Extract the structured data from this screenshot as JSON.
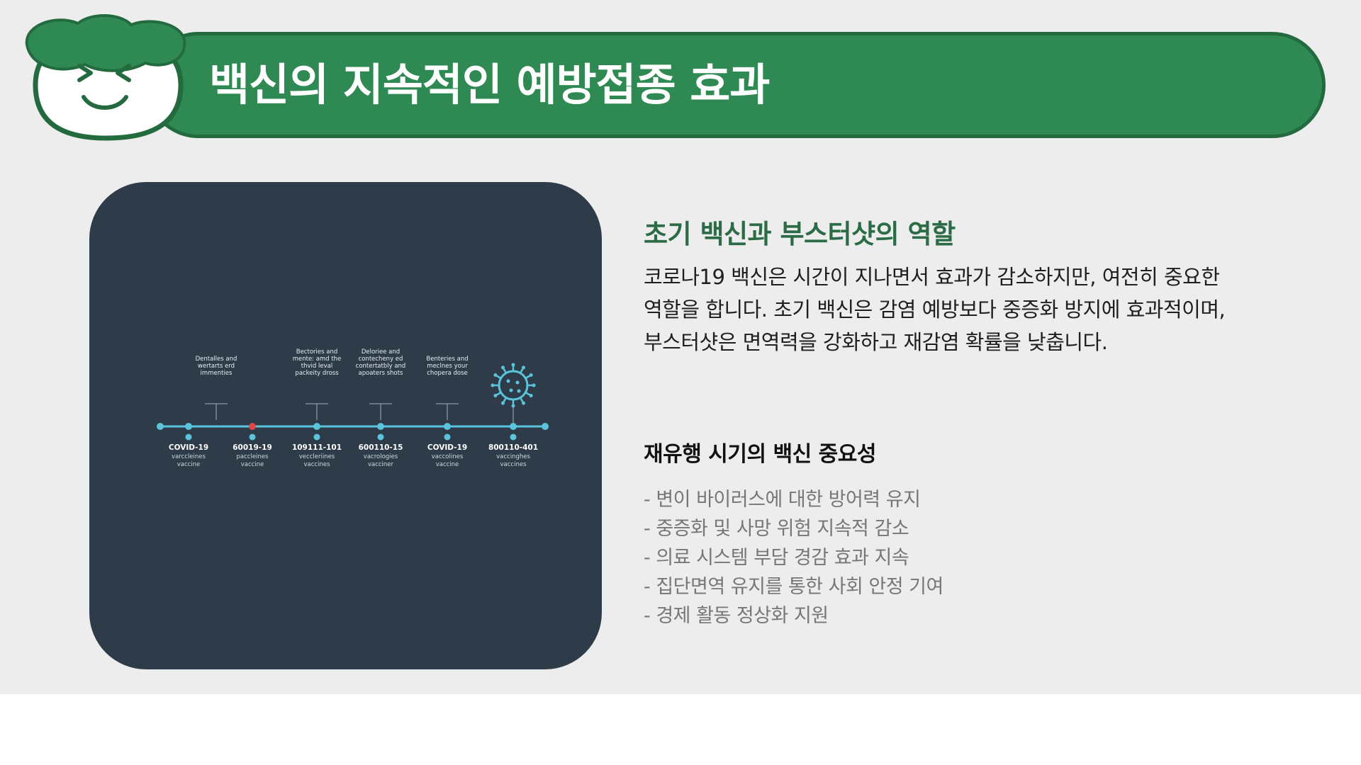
{
  "slide": {
    "title": "백신의 지속적인 예방접종 효과",
    "colors": {
      "accent_green": "#2e8a52",
      "dark_green": "#236b3f",
      "heading_green": "#2b6b45",
      "card_bg": "#2e3c4a",
      "timeline_cyan": "#5bc4dc",
      "highlight_red": "#e04848"
    }
  },
  "mascot": {
    "icon": "smiling-face-mascot-icon"
  },
  "image_card": {
    "description_icon": "vaccine-timeline-infographic",
    "virus_icon": "virus-icon",
    "timeline": {
      "captions_above": [
        [
          "Dentalles and",
          "wertarts erd",
          "immenties"
        ],
        [
          "Bectories and",
          "mente: amd the",
          "thvid leval",
          "packeity dross"
        ],
        [
          "Deloriee and",
          "contecheny ed",
          "contertatbly and",
          "apoaters shots"
        ],
        [
          "Benteries and",
          "meclnes your",
          "chopera dose"
        ]
      ],
      "labels_below": [
        {
          "code": "COVID-19",
          "line2": "varccleines",
          "line3": "vaccine"
        },
        {
          "code": "60019-19",
          "line2": "paccleines",
          "line3": "vaccine"
        },
        {
          "code": "109111-101",
          "line2": "veccleriines",
          "line3": "vaccines"
        },
        {
          "code": "600110-15",
          "line2": "vacrologies",
          "line3": "vacciner"
        },
        {
          "code": "COVID-19",
          "line2": "vaccolines",
          "line3": "vaccine"
        },
        {
          "code": "800110-401",
          "line2": "vaccinghes",
          "line3": "vaccines"
        }
      ]
    }
  },
  "section1": {
    "heading": "초기 백신과 부스터샷의 역할",
    "lines": [
      "코로나19 백신은 시간이 지나면서 효과가 감소하지만, 여전히 중요한",
      "역할을 합니다. 초기 백신은 감염 예방보다 중증화 방지에 효과적이며,",
      "부스터샷은 면역력을 강화하고 재감염 확률을 낮춥니다."
    ]
  },
  "section2": {
    "heading": "재유행 시기의 백신 중요성",
    "bullets": [
      "- 변이 바이러스에 대한 방어력 유지",
      "- 중증화 및 사망 위험 지속적 감소",
      "- 의료 시스템 부담 경감 효과 지속",
      "- 집단면역 유지를 통한 사회 안정 기여",
      "- 경제 활동 정상화 지원"
    ]
  }
}
